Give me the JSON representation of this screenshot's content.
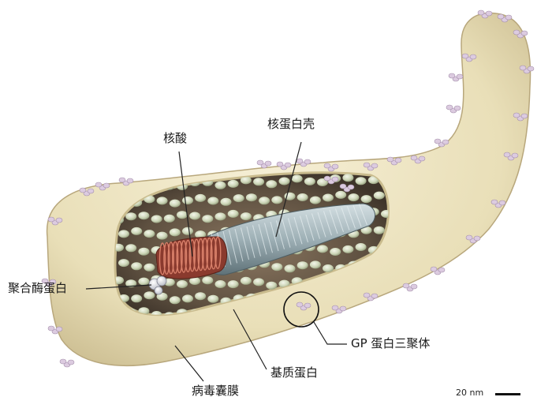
{
  "labels": {
    "nucleic_acid": "核酸",
    "nucleocapsid": "核蛋白壳",
    "polymerase": "聚合酶蛋白",
    "gp_trimer": "GP 蛋白三聚体",
    "matrix": "基质蛋白",
    "envelope": "病毒囊膜"
  },
  "scale_bar": {
    "label": "20 nm"
  },
  "colors": {
    "envelope": "#ede3bf",
    "envelope_edge": "#b8a77c",
    "interior": "#6a5a48",
    "matrix_beads": "#d6dec4",
    "nucleocapsid": "#a9b8bd",
    "nucleic_acid": "#a84a3a",
    "gp_spikes": "#d9c9dc",
    "leader_line": "#222222"
  }
}
